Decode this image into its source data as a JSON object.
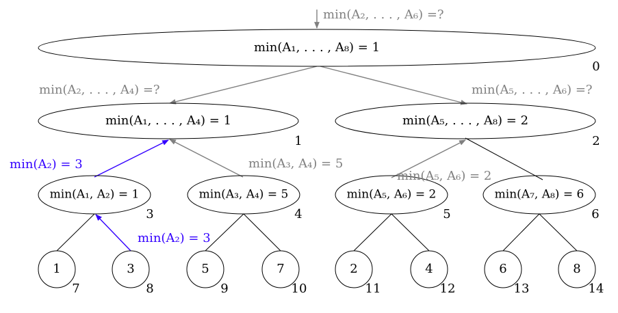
{
  "colors": {
    "tree": "#000000",
    "query": "#808080",
    "answer": "#3300ff"
  },
  "nodes": {
    "n0": {
      "label": "min(A₁, . . . , A₈) = 1",
      "index": "0"
    },
    "n1": {
      "label": "min(A₁, . . . , A₄) = 1",
      "index": "1"
    },
    "n2": {
      "label": "min(A₅, . . . , A₈) = 2",
      "index": "2"
    },
    "n3": {
      "label": "min(A₁, A₂) = 1",
      "index": "3"
    },
    "n4": {
      "label": "min(A₃, A₄) = 5",
      "index": "4"
    },
    "n5": {
      "label": "min(A₅, A₆) = 2",
      "index": "5"
    },
    "n6": {
      "label": "min(A₇, A₈) = 6",
      "index": "6"
    }
  },
  "leaves": [
    {
      "value": "1",
      "index": "7"
    },
    {
      "value": "3",
      "index": "8"
    },
    {
      "value": "5",
      "index": "9"
    },
    {
      "value": "7",
      "index": "10"
    },
    {
      "value": "2",
      "index": "11"
    },
    {
      "value": "4",
      "index": "12"
    },
    {
      "value": "6",
      "index": "13"
    },
    {
      "value": "8",
      "index": "14"
    }
  ],
  "queries": {
    "root": "min(A₂, . . . , A₆) =?",
    "left": "min(A₂, . . . , A₄) =?",
    "right": "min(A₅, . . . , A₆) =?"
  },
  "answers": {
    "a34": "min(A₃, A₄) = 5",
    "a56": "min(A₅, A₆) = 2",
    "a2_mid": "min(A₂) = 3",
    "a2_low": "min(A₂) = 3"
  }
}
